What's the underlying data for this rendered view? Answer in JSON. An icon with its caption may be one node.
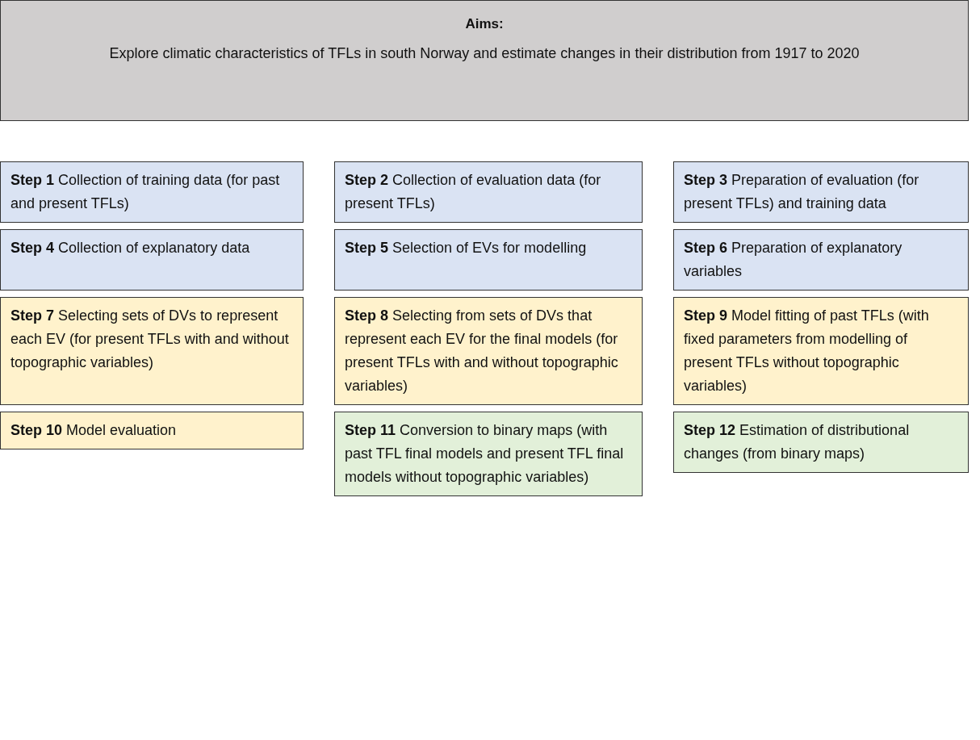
{
  "diagram": {
    "nodes": [
      {
        "text": [
          "Aims:",
          "Explore climatic characteristics of TFLs in south Norway and estimate changes in their distribution from 1917 to 2020"
        ]
      },
      {
        "text": [
          "**Step 1** Collection of training data (for past and present TFLs)"
        ]
      },
      {
        "text": [
          "**Step 2** Collection of evaluation data (for present TFLs)"
        ]
      },
      {
        "text": [
          "**Step 3** Preparation of evaluation (for present TFLs) and training data"
        ]
      },
      {
        "text": [
          "**Step 4** Collection of explanatory data"
        ]
      },
      {
        "text": [
          "**Step 5** Selection of EVs for modelling"
        ]
      },
      {
        "text": [
          "**Step 6** Preparation of explanatory variables"
        ]
      },
      {
        "text": [
          "**Step 7** Selecting sets of DVs to represent each EV (for present TFLs with and without topographic variables)"
        ]
      },
      {
        "text": [
          "**Step 8** Selecting from sets of DVs that represent each EV for the final models (for present TFLs with and without topographic variables)"
        ]
      },
      {
        "text": [
          "**Step 9** Model fitting of past TFLs (with fixed parameters from modelling of present TFLs without topographic variables)"
        ]
      },
      {
        "text": [
          "**Step 10** Model evaluation"
        ]
      },
      {
        "text": [
          "**Step 11** Conversion to binary maps (with past TFL final models and present TFL final models without topographic variables)"
        ]
      },
      {
        "text": [
          "**Step 12** Estimation of distributional changes (from binary maps)"
        ]
      }
    ],
    "edges": []
  }
}
